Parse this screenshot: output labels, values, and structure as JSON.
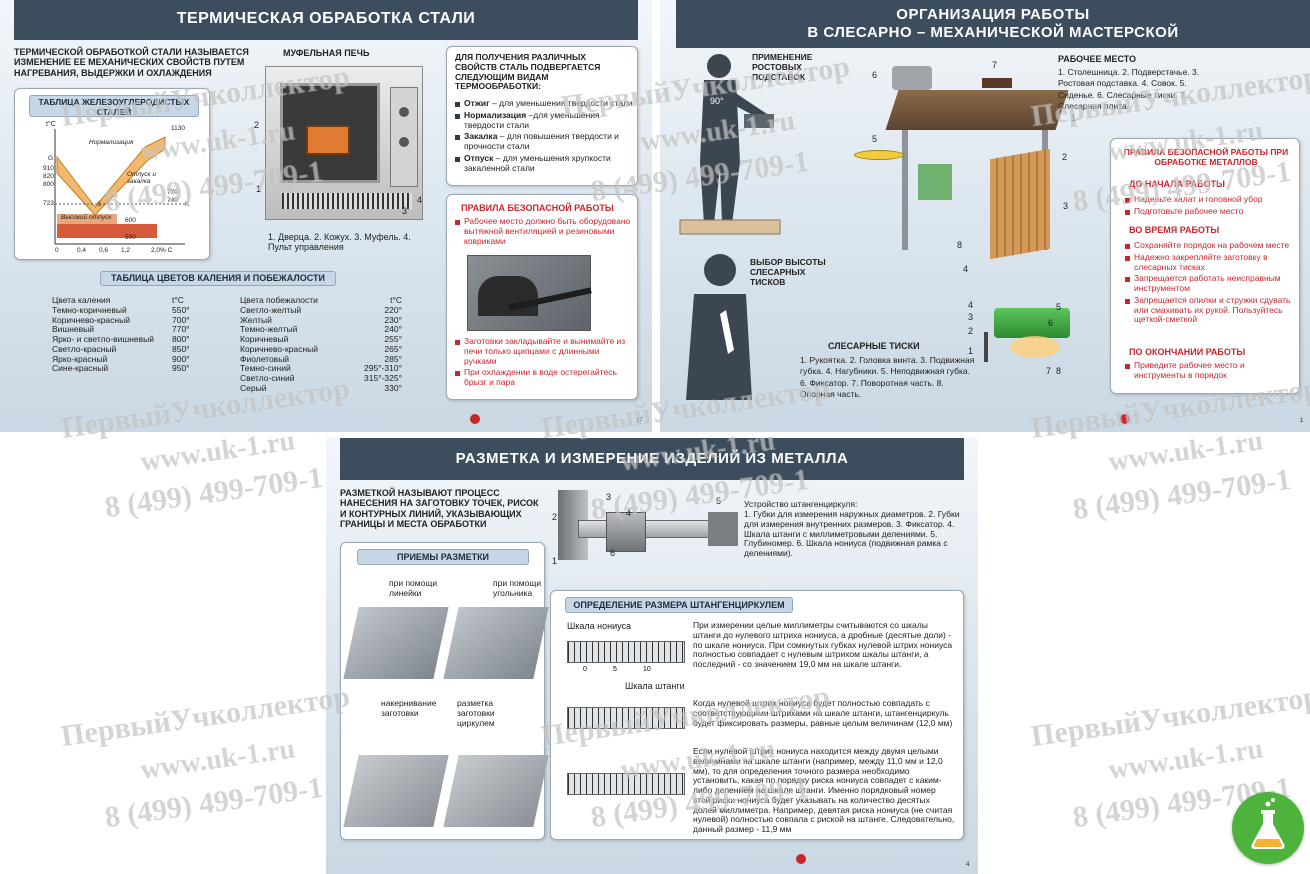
{
  "poster1": {
    "title": "ТЕРМИЧЕСКАЯ ОБРАБОТКА СТАЛИ",
    "intro": "ТЕРМИЧЕСКОЙ ОБРАБОТКОЙ СТАЛИ НАЗЫВАЕТСЯ ИЗМЕНЕНИЕ ЕЕ МЕХАНИЧЕСКИХ СВОЙСТВ ПУТЕМ НАГРЕВАНИЯ, ВЫДЕРЖКИ И ОХЛАЖДЕНИЯ",
    "diagram_title": "ТАБЛИЦА ЖЕЛЕЗОУГЛЕРОДИСТЫХ СТАЛЕЙ",
    "diagram_ylabel": "t°C",
    "diagram_y_ticks": [
      "1130",
      "910",
      "820",
      "800",
      "723",
      "600",
      "500"
    ],
    "diagram_x_ticks": [
      "0",
      "0,4",
      "0,6",
      "1,2",
      "2,0% C"
    ],
    "diagram_labels": [
      "Нормализация",
      "Отпуск и закалка",
      "Высокий отпуск",
      "770",
      "740",
      "G",
      "S",
      "K"
    ],
    "furnace_title": "МУФЕЛЬНАЯ ПЕЧЬ",
    "furnace_callouts": [
      "1",
      "2",
      "3",
      "4"
    ],
    "furnace_caption": "1. Дверца. 2. Кожух. 3. Муфель. 4. Пульт управления",
    "heat_intro": "ДЛЯ ПОЛУЧЕНИЯ РАЗЛИЧНЫХ СВОЙСТВ СТАЛЬ ПОДВЕРГАЕТСЯ СЛЕДУЮЩИМ ВИДАМ ТЕРМООБРАБОТКИ:",
    "heat_items": [
      {
        "term": "Отжиг",
        "desc": " – для уменьшения твердости стали"
      },
      {
        "term": "Нормализация",
        "desc": " –для уменьшения твердости стали"
      },
      {
        "term": "Закалка",
        "desc": " – для повышения твердости и прочности стали"
      },
      {
        "term": "Отпуск",
        "desc": " – для уменьшения хрупкости закаленной стали"
      }
    ],
    "safety_title": "ПРАВИЛА БЕЗОПАСНОЙ РАБОТЫ",
    "safety_items": [
      "Рабочее место должно быть оборудовано вытяжной вентиляцией и резиновыми ковриками",
      "Заготовки закладывайте и вынимайте из печи только щипцами с длинными ручками",
      "При охлаждении в воде остерегайтесь брызг и пара"
    ],
    "colors_title": "ТАБЛИЦА ЦВЕТОВ КАЛЕНИЯ И ПОБЕЖАЛОСТИ",
    "heat_colors_header": "Цвета каления",
    "heat_colors_t_header": "t°C",
    "heat_colors": [
      {
        "name": "Темно-коричневый",
        "t": "550°"
      },
      {
        "name": "Коричнево-красный",
        "t": "700°"
      },
      {
        "name": "Вишневый",
        "t": "770°"
      },
      {
        "name": "Ярко- и светло-вишневый",
        "t": "800°"
      },
      {
        "name": "Светло-красный",
        "t": "850°"
      },
      {
        "name": "Ярко-красный",
        "t": "900°"
      },
      {
        "name": "Сине-красный",
        "t": "950°"
      }
    ],
    "temper_colors_header": "Цвета побежалости",
    "temper_colors_t_header": "t°C",
    "temper_colors": [
      {
        "name": "Светло-желтый",
        "t": "220°"
      },
      {
        "name": "Желтый",
        "t": "230°"
      },
      {
        "name": "Темно-желтый",
        "t": "240°"
      },
      {
        "name": "Коричневый",
        "t": "255°"
      },
      {
        "name": "Коричнево-красный",
        "t": "265°"
      },
      {
        "name": "Фиолетовый",
        "t": "285°"
      },
      {
        "name": "Темно-синий",
        "t": "295°-310°"
      },
      {
        "name": "Светло-синий",
        "t": "315°-325°"
      },
      {
        "name": "Серый",
        "t": "330°"
      }
    ],
    "page_num": "17"
  },
  "poster2": {
    "title_line1": "ОРГАНИЗАЦИЯ РАБОТЫ",
    "title_line2": "В СЛЕСАРНО – МЕХАНИЧЕСКОЙ МАСТЕРСКОЙ",
    "stand_label": "ПРИМЕНЕНИЕ РОСТОВЫХ ПОДСТАВОК",
    "angle_label": "90°",
    "vise_height_label": "ВЫБОР ВЫСОТЫ СЛЕСАРНЫХ ТИСКОВ",
    "workplace_title": "РАБОЧЕЕ МЕСТО",
    "workplace_items": "1. Столешница. 2. Подверстачье. 3. Ростовая подставка. 4. Совок. 5. Сиденье. 6. Слесарные тиски. 7. Слесарная плита.",
    "bench_callouts": [
      "1",
      "2",
      "3",
      "4",
      "5",
      "6",
      "7",
      "8"
    ],
    "vise_title": "СЛЕСАРНЫЕ ТИСКИ",
    "vise_items": "1. Рукоятка. 2. Головка винта. 3. Подвижная губка. 4. Нагубники. 5. Неподвижная губка. 6. Фиксатор. 7. Поворотная часть. 8. Опорная часть.",
    "vise_callouts": [
      "1",
      "2",
      "3",
      "4",
      "5",
      "6",
      "7",
      "8"
    ],
    "rules_title": "ПРАВИЛА БЕЗОПАСНОЙ РАБОТЫ ПРИ ОБРАБОТКЕ МЕТАЛЛОВ",
    "before_title": "ДО НАЧАЛА РАБОТЫ",
    "before_items": [
      "Наденьте халат и головной убор",
      "Подготовьте рабочее место"
    ],
    "during_title": "ВО ВРЕМЯ РАБОТЫ",
    "during_items": [
      "Сохраняйте порядок на рабочем месте",
      "Надежно закрепляйте заготовку в слесарных тисках",
      "Запрещается работать неисправным инструментом",
      "Запрещается опилки и стружки сдувать или смахивать их рукой. Пользуйтесь щеткой-сметкой"
    ],
    "after_title": "ПО ОКОНЧАНИИ РАБОТЫ",
    "after_items": [
      "Приведите рабочее место и инструменты в порядок"
    ],
    "page_num": "1"
  },
  "poster3": {
    "title": "РАЗМЕТКА И ИЗМЕРЕНИЕ ИЗДЕЛИЙ ИЗ МЕТАЛЛА",
    "intro": "РАЗМЕТКОЙ НАЗЫВАЮТ ПРОЦЕСС НАНЕСЕНИЯ НА ЗАГОТОВКУ ТОЧЕК, РИСОК И КОНТУРНЫХ ЛИНИЙ, УКАЗЫВАЮЩИХ ГРАНИЦЫ И МЕСТА ОБРАБОТКИ",
    "caliper_callouts": [
      "1",
      "2",
      "3",
      "4",
      "5",
      "6"
    ],
    "caliper_title": "Устройство штангенциркуля:",
    "caliper_items": "1. Губки для измерения наружных диаметров. 2. Губки для измерения внутренних размеров. 3. Фиксатор. 4. Шкала штанги с миллиметровыми делениями. 5. Глубиномер. 6. Шкала нониуса (подвижная рамка с делениями).",
    "methods_title": "ПРИЕМЫ РАЗМЕТКИ",
    "method_labels": [
      "при помощи линейки",
      "при помощи угольника",
      "накернивание заготовки",
      "разметка заготовки циркулем"
    ],
    "measure_title": "ОПРЕДЕЛЕНИЕ РАЗМЕРА ШТАНГЕНЦИРКУЛЕМ",
    "vernier_label": "Шкала нониуса",
    "bar_label": "Шкала штанги",
    "scale_ticks": [
      "0",
      "5",
      "10"
    ],
    "paragraphs": [
      "При измерении целые миллиметры считываются со шкалы штанги до нулевого штриха нониуса, а дробные (десятые доли) - по шкале нониуса. При сомкнутых губках нулевой штрих нониуса полностью совпадает с нулевым штрихом шкалы штанги, а последний - со значением 19,0 мм на шкале штанги.",
      "Когда нулевой штрих нониуса будет полностью совпадать с соответствующими штрихами на шкале штанги, штангенциркуль будет фиксировать размеры, равные целым величинам (12,0 мм)",
      "Если нулевой штрих нониуса находится между двумя целыми величинами на шкале штанги (например, между 11,0 мм и 12,0 мм), то для определения точного размера необходимо установить, какая по порядку риска нониуса совпадет с каким-либо делением на шкале штанги. Именно порядковый номер этой риски нониуса будет указывать на количество десятых долей миллиметра. Например, девятая риска нониуса (не считая нулевой) полностью совпала с риской на штанге. Следовательно, данный размер - 11,9 мм"
    ],
    "page_num": "4"
  },
  "watermark": {
    "brand": "ПервыйУчколлектор",
    "site": "www.uk-1.ru",
    "phone": "8 (499) 499-709-1"
  },
  "colors": {
    "title_bar": "#3c4e5e",
    "accent_red": "#c8262b",
    "badge_green": "#4db33d"
  },
  "icons": {
    "lab": "flask-icon"
  }
}
